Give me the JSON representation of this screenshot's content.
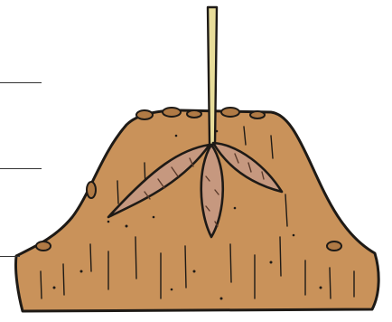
{
  "diagram": {
    "labels": [
      "",
      "",
      ""
    ],
    "colors": {
      "soil": "#c9925a",
      "soil_shadow": "#b07a45",
      "outline": "#1e1a16",
      "stem": "#e8dd9a",
      "root": "#c6987f",
      "root_vein": "#5a3a2a",
      "pointer_line": "#333333"
    },
    "icons": [
      "sweet-potato-roots",
      "sprout-stem",
      "soil-mound"
    ]
  }
}
